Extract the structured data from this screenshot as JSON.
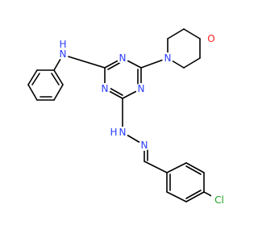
{
  "molecule": {
    "atom_labels": {
      "nh_n": "N",
      "nh_h": "H",
      "triazine_n_top": "N",
      "triazine_n_left": "N",
      "triazine_n_right": "N",
      "morpholine_n": "N",
      "morpholine_o": "O",
      "hydrazone_n_alpha": "N",
      "hydrazone_h": "H",
      "hydrazone_n_beta": "N",
      "chlorine": "Cl"
    },
    "colors": {
      "nitrogen": "#2a3dff",
      "oxygen": "#ff1f1f",
      "chlorine": "#1fa51f",
      "carbon_bond": "#000000"
    }
  }
}
